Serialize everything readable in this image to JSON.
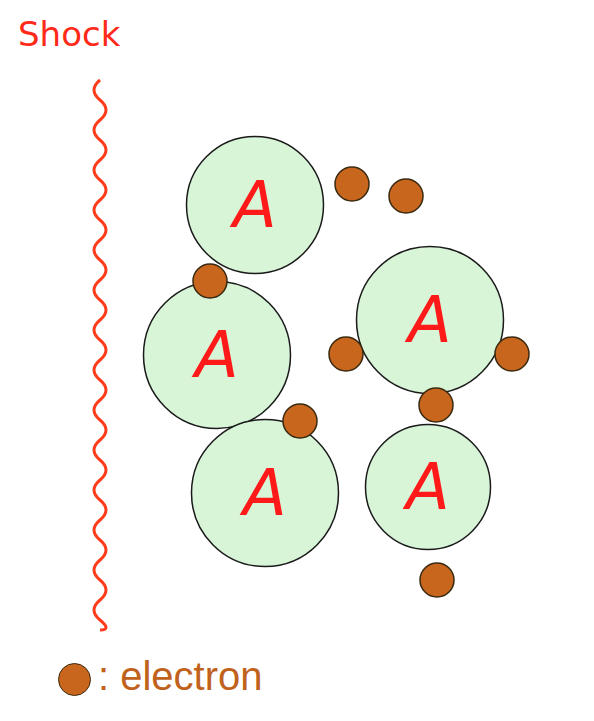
{
  "diagram": {
    "nodes": [
      {
        "text": [
          "A"
        ]
      },
      {
        "text": [
          "A"
        ]
      },
      {
        "text": [
          "A"
        ]
      },
      {
        "text": [
          "A"
        ]
      },
      {
        "text": [
          "A"
        ]
      }
    ],
    "edges": [],
    "labels": [
      "Shock"
    ],
    "legend": [
      {
        "text": ": electron",
        "color": "#c8661e"
      }
    ]
  }
}
